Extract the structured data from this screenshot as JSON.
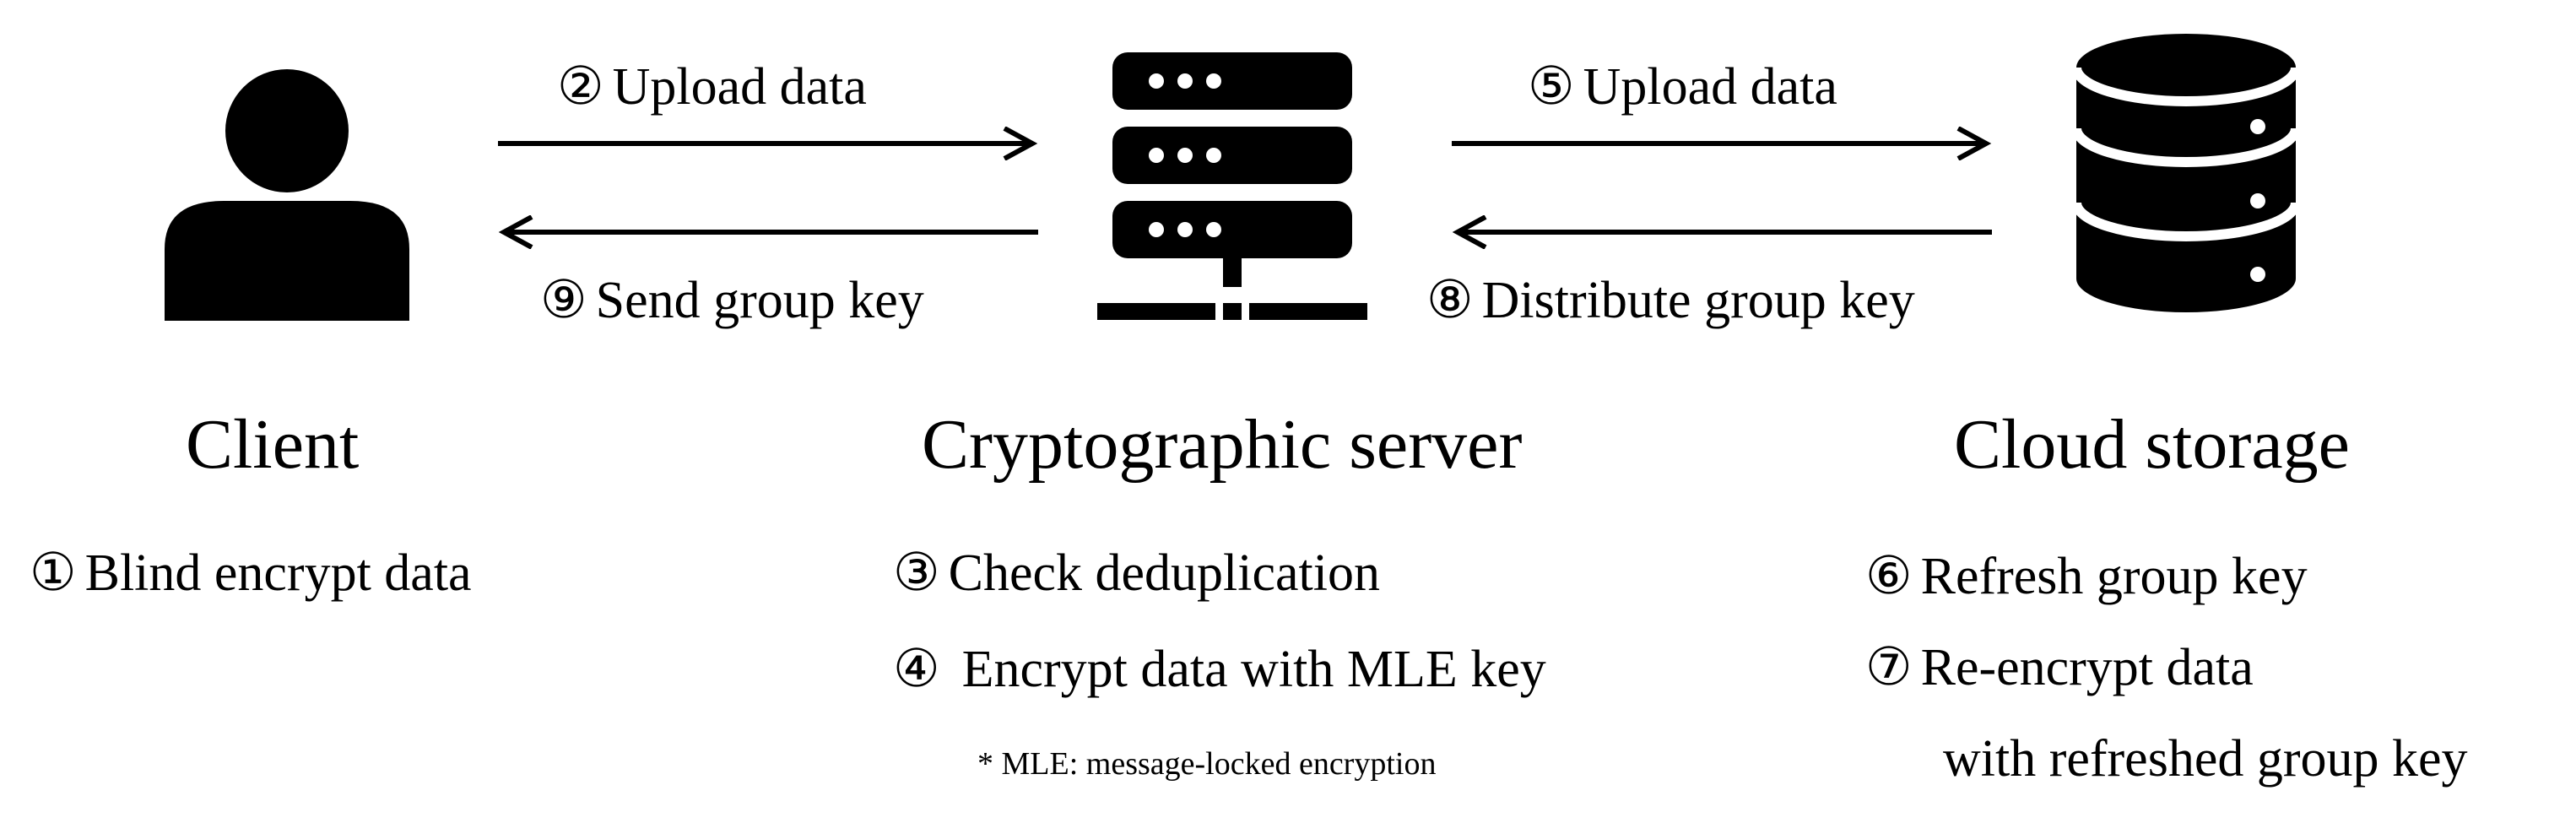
{
  "client": {
    "title": "Client",
    "steps": [
      {
        "num": "①",
        "text": "Blind encrypt data"
      }
    ]
  },
  "server": {
    "title": "Cryptographic server",
    "steps": [
      {
        "num": "③",
        "text": "Check deduplication"
      },
      {
        "num": "④",
        "text": "Encrypt data with MLE key"
      }
    ],
    "note": "* MLE: message-locked encryption"
  },
  "cloud": {
    "title": "Cloud storage",
    "steps": [
      {
        "num": "⑥",
        "text": "Refresh group key"
      },
      {
        "num": "⑦",
        "text": "Re-encrypt data"
      }
    ],
    "step7_cont": "with refreshed group key"
  },
  "arrows": {
    "client_to_server": {
      "num": "②",
      "text": "Upload data"
    },
    "server_to_client": {
      "num": "⑨",
      "text": "Send group key"
    },
    "server_to_cloud": {
      "num": "⑤",
      "text": "Upload data"
    },
    "cloud_to_server": {
      "num": "⑧",
      "text": "Distribute group key"
    }
  },
  "icons": {
    "client": "user-icon",
    "server": "server-icon",
    "cloud": "database-icon"
  }
}
